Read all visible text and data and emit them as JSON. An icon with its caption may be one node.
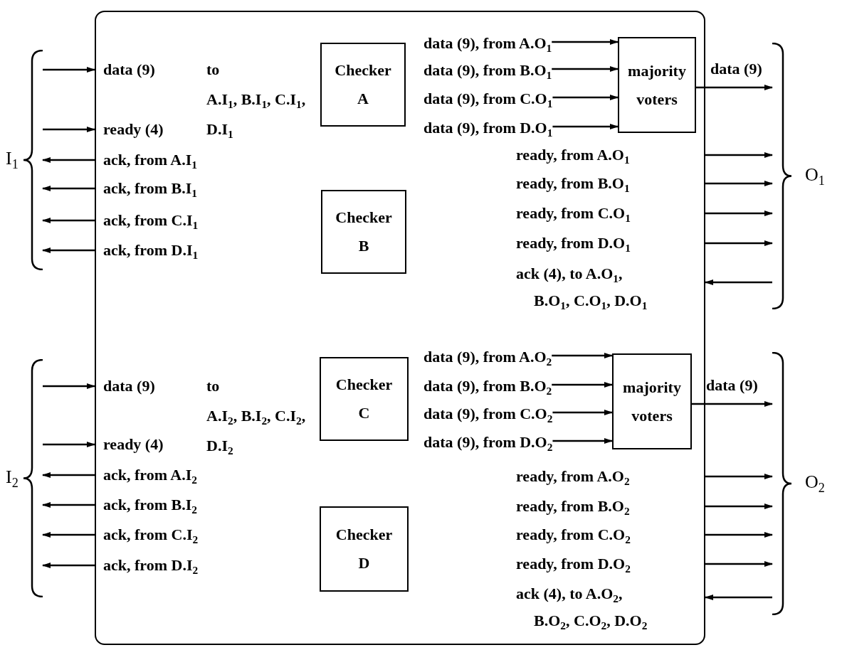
{
  "diagram": {
    "nodes": [
      {
        "text": [],
        "shape": "box"
      },
      {
        "text": [
          "Checker A"
        ],
        "in": 0
      },
      {
        "text": [
          "data (9), from A.O$_{1}$"
        ],
        "in": 0
      },
      {
        "text": [
          "data (9), from B.O$_{1}$"
        ],
        "in": 0
      },
      {
        "text": [
          "data (9), from C.O$_{1}$"
        ],
        "in": 0
      },
      {
        "text": [
          "data (9), from D.O$_{1}$"
        ],
        "in": 0
      },
      {
        "text": [
          "majority voters"
        ],
        "in": 0
      },
      {
        "text": [
          "Checker B"
        ],
        "in": 0
      },
      {
        "text": [
          "Checker C"
        ],
        "in": 0
      },
      {
        "text": [
          "data (9), from A.O$_{2}$"
        ],
        "in": 0
      },
      {
        "text": [
          "data (9), from B.O$_{2}$"
        ],
        "in": 0
      },
      {
        "text": [
          "data (9), from C.O$_{2}$"
        ],
        "in": 0
      },
      {
        "text": [
          "data (9), from D.O$_{2}$"
        ],
        "in": 0
      },
      {
        "text": [
          "majority voters"
        ],
        "in": 0
      },
      {
        "text": [
          "Checker D"
        ],
        "in": 0
      },
      {
        "text": [
          "I$_{1}$"
        ]
      },
      {
        "text": [
          "O$_{1}$"
        ]
      },
      {
        "text": [
          "I$_{2}$"
        ]
      },
      {
        "text": [
          "O$_{2}$"
        ]
      }
    ],
    "edges": [
      {
        "from": 15,
        "to": 0,
        "arrow": "to"
      },
      {
        "from": 15,
        "to": 0,
        "arrow": "to"
      },
      {
        "from": 0,
        "to": 15,
        "arrow": "to"
      },
      {
        "from": 0,
        "to": 15,
        "arrow": "to"
      },
      {
        "from": 0,
        "to": 15,
        "arrow": "to"
      },
      {
        "from": 0,
        "to": 15,
        "arrow": "to"
      },
      {
        "from": 2,
        "to": 6,
        "arrow": "to"
      },
      {
        "from": 3,
        "to": 6,
        "arrow": "to"
      },
      {
        "from": 4,
        "to": 6,
        "arrow": "to"
      },
      {
        "from": 5,
        "to": 6,
        "arrow": "to"
      },
      {
        "from": 6,
        "to": 16,
        "arrow": "to",
        "label": "data (9)"
      },
      {
        "from": 0,
        "to": 16,
        "arrow": "to"
      },
      {
        "from": 0,
        "to": 16,
        "arrow": "to"
      },
      {
        "from": 0,
        "to": 16,
        "arrow": "to"
      },
      {
        "from": 0,
        "to": 16,
        "arrow": "to"
      },
      {
        "from": 16,
        "to": 0,
        "arrow": "to"
      },
      {
        "from": 17,
        "to": 0,
        "arrow": "to"
      },
      {
        "from": 17,
        "to": 0,
        "arrow": "to"
      },
      {
        "from": 0,
        "to": 17,
        "arrow": "to"
      },
      {
        "from": 0,
        "to": 17,
        "arrow": "to"
      },
      {
        "from": 0,
        "to": 17,
        "arrow": "to"
      },
      {
        "from": 0,
        "to": 17,
        "arrow": "to"
      },
      {
        "from": 9,
        "to": 13,
        "arrow": "to"
      },
      {
        "from": 10,
        "to": 13,
        "arrow": "to"
      },
      {
        "from": 11,
        "to": 13,
        "arrow": "to"
      },
      {
        "from": 12,
        "to": 13,
        "arrow": "to"
      },
      {
        "from": 13,
        "to": 18,
        "arrow": "to",
        "label": "data (9)"
      },
      {
        "from": 0,
        "to": 18,
        "arrow": "to"
      },
      {
        "from": 0,
        "to": 18,
        "arrow": "to"
      },
      {
        "from": 0,
        "to": 18,
        "arrow": "to"
      },
      {
        "from": 0,
        "to": 18,
        "arrow": "to"
      },
      {
        "from": 18,
        "to": 0,
        "arrow": "to"
      }
    ],
    "labels": [
      "data (9)",
      "to",
      "A.I$_{1}$, B.I$_{1}$, C.I$_{1}$, D.I$_{1}$",
      "ready (4)",
      "ack, from A.I$_{1}$",
      "ack, from B.I$_{1}$",
      "ack, from C.I$_{1}$",
      "ack, from D.I$_{1}$",
      "ready, from A.O$_{1}$",
      "ready, from B.O$_{1}$",
      "ready, from C.O$_{1}$",
      "ready, from D.O$_{1}$",
      "ack (4), to A.O$_{1}$, B.O$_{1}$, C.O$_{1}$, D.O$_{1}$",
      "data (9)",
      "to",
      "A.I$_{2}$, B.I$_{2}$, C.I$_{2}$, D.I$_{2}$",
      "ready (4)",
      "ack, from A.I$_{2}$",
      "ack, from B.I$_{2}$",
      "ack, from C.I$_{2}$",
      "ack, from D.I$_{2}$",
      "ready, from A.O$_{2}$",
      "ready, from B.O$_{2}$",
      "ready, from C.O$_{2}$",
      "ready, from D.O$_{2}$",
      "ack (4), to A.O$_{2}$, B.O$_{2}$, C.O$_{2}$, D.O$_{2}$"
    ]
  }
}
